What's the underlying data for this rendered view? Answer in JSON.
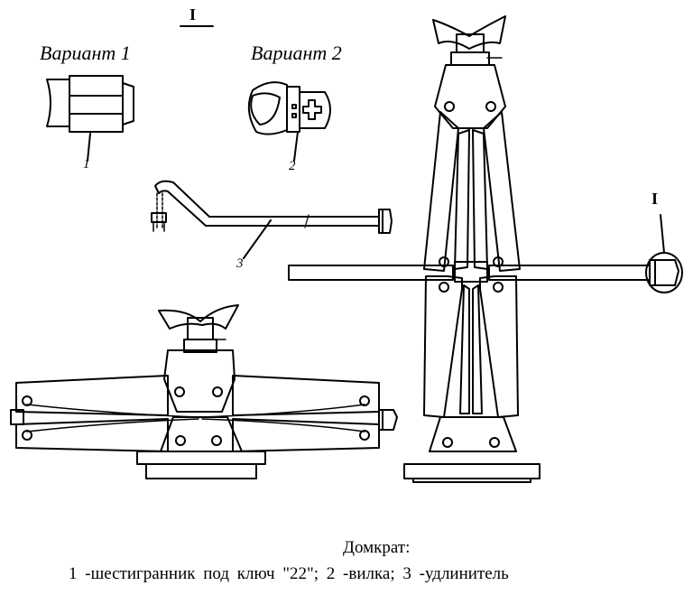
{
  "labels": {
    "section_top": "I",
    "variant1": "Вариант 1",
    "variant2": "Вариант 2",
    "callout1": "1",
    "callout2": "2",
    "callout3": "3",
    "section_detail": "I"
  },
  "caption": {
    "title": "Домкрат:",
    "legend": "1 -шестигранник под ключ \"22\"; 2 -вилка; 3 -удлинитель"
  }
}
